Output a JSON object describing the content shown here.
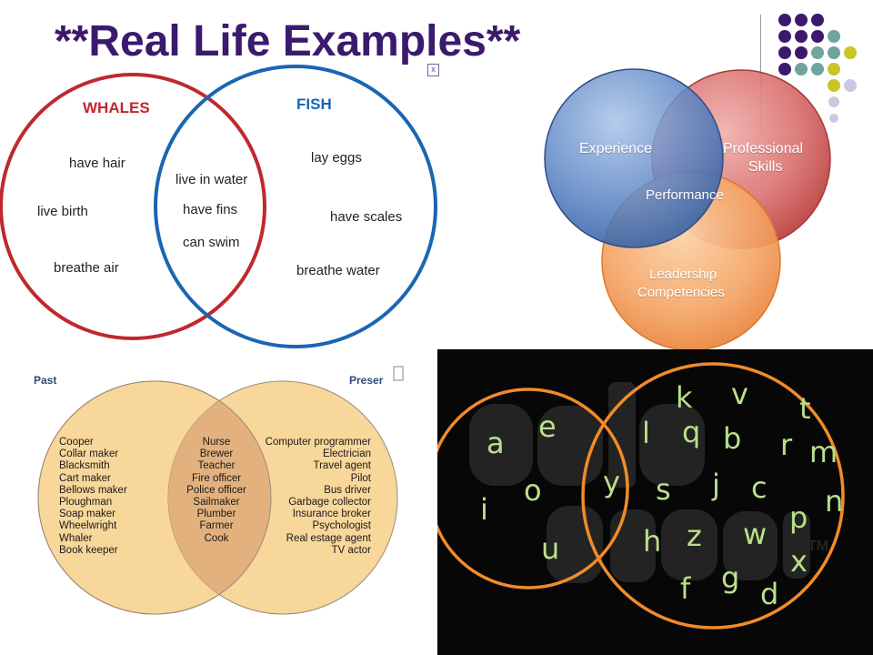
{
  "slide": {
    "title": "**Real Life Examples**"
  },
  "colors": {
    "title": "#3b1a6e",
    "whales": "#c0282d",
    "fish": "#1a66b3",
    "purple_dot": "#3b1a6e",
    "teal_dot": "#6fa4a0",
    "olive_dot": "#c8c42a",
    "lilac_dot": "#c9c9e2",
    "occupations_fill": "#f8d79a",
    "letters": "#b8e08a",
    "ring": "#f08c2a"
  },
  "whales_fish": {
    "left_title": "WHALES",
    "right_title": "FISH",
    "left_items": [
      "have hair",
      "live birth",
      "breathe air"
    ],
    "both_items": [
      "live in water",
      "have fins",
      "can swim"
    ],
    "right_items": [
      "lay eggs",
      "have scales",
      "breathe water"
    ]
  },
  "skills": {
    "experience": "Experience",
    "professional_line1": "Professional",
    "professional_line2": "Skills",
    "performance": "Performance",
    "leadership_line1": "Leadership",
    "leadership_line2": "Competencies"
  },
  "occupations": {
    "left_heading": "Past",
    "right_heading": "Preser",
    "left_items": [
      "Cooper",
      "Collar maker",
      "Blacksmith",
      "Cart maker",
      "Bellows maker",
      "Ploughman",
      "Soap maker",
      "Wheelwright",
      "Whaler",
      "Book keeper"
    ],
    "both_items": [
      "Nurse",
      "Brewer",
      "Teacher",
      "Fire officer",
      "Police officer",
      "Sailmaker",
      "Plumber",
      "Farmer",
      "Cook"
    ],
    "right_items": [
      "Computer programmer",
      "Electrician",
      "Travel agent",
      "Pilot",
      "Bus driver",
      "Garbage collector",
      "Insurance broker",
      "Psychologist",
      "Real estage agent",
      "TV actor"
    ]
  },
  "letters": {
    "left_only": [
      "a",
      "e",
      "i",
      "o",
      "u"
    ],
    "both": [
      "y"
    ],
    "right_only": [
      "k",
      "v",
      "t",
      "l",
      "q",
      "b",
      "r",
      "m",
      "s",
      "j",
      "c",
      "n",
      "p",
      "h",
      "z",
      "w",
      "x",
      "f",
      "g",
      "d"
    ]
  },
  "broken_image": {
    "icon": "broken-image-icon",
    "glyph": "x"
  }
}
